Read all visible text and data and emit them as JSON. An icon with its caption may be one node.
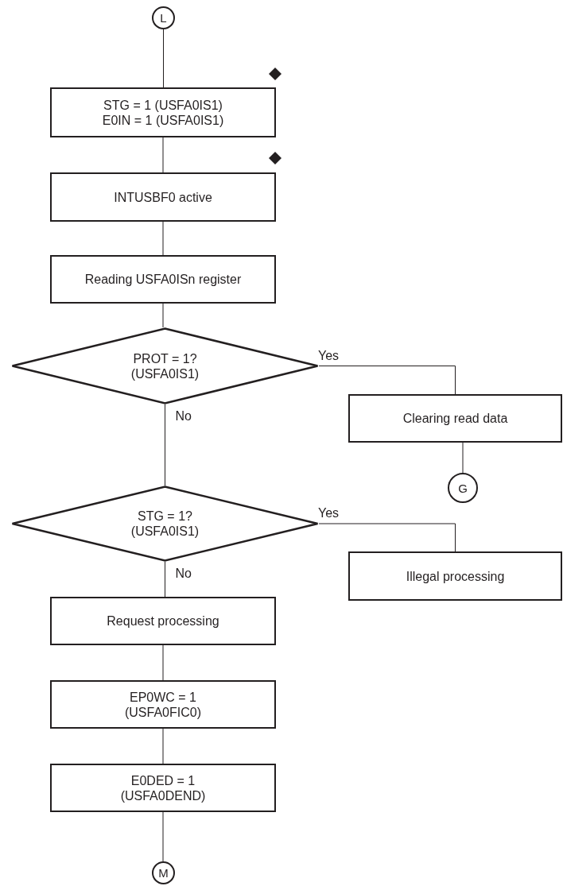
{
  "diagram": {
    "nodes": [
      {
        "text": [
          "L"
        ]
      },
      {
        "text": [
          "STG = 1 (USFA0IS1)",
          "E0IN = 1 (USFA0IS1)"
        ]
      },
      {
        "text": [
          "INTUSBF0 active"
        ]
      },
      {
        "text": [
          "Reading USFA0ISn register"
        ]
      },
      {
        "text": [
          "PROT = 1? (USFA0IS1)"
        ]
      },
      {
        "text": [
          "Clearing read data"
        ]
      },
      {
        "text": [
          "G"
        ]
      },
      {
        "text": [
          "STG = 1? (USFA0IS1)"
        ]
      },
      {
        "text": [
          "Illegal processing"
        ]
      },
      {
        "text": [
          "Request processing"
        ]
      },
      {
        "text": [
          "EP0WC = 1 (USFA0FIC0)"
        ]
      },
      {
        "text": [
          "E0DED = 1 (USFA0DEND)"
        ]
      },
      {
        "text": [
          "M"
        ]
      }
    ],
    "edges": [
      {
        "from": 0,
        "to": 1,
        "arrow": "none"
      },
      {
        "from": 1,
        "to": 2,
        "arrow": "none"
      },
      {
        "from": 2,
        "to": 3,
        "arrow": "none"
      },
      {
        "from": 3,
        "to": 4,
        "arrow": "none"
      },
      {
        "from": 4,
        "to": 5,
        "arrow": "none",
        "label": "Yes"
      },
      {
        "from": 5,
        "to": 6,
        "arrow": "none"
      },
      {
        "from": 4,
        "to": 7,
        "arrow": "none",
        "label": "No"
      },
      {
        "from": 7,
        "to": 8,
        "arrow": "none",
        "label": "Yes"
      },
      {
        "from": 7,
        "to": 9,
        "arrow": "none",
        "label": "No"
      },
      {
        "from": 9,
        "to": 10,
        "arrow": "none"
      },
      {
        "from": 10,
        "to": 11,
        "arrow": "none"
      },
      {
        "from": 11,
        "to": 12,
        "arrow": "none"
      }
    ]
  }
}
